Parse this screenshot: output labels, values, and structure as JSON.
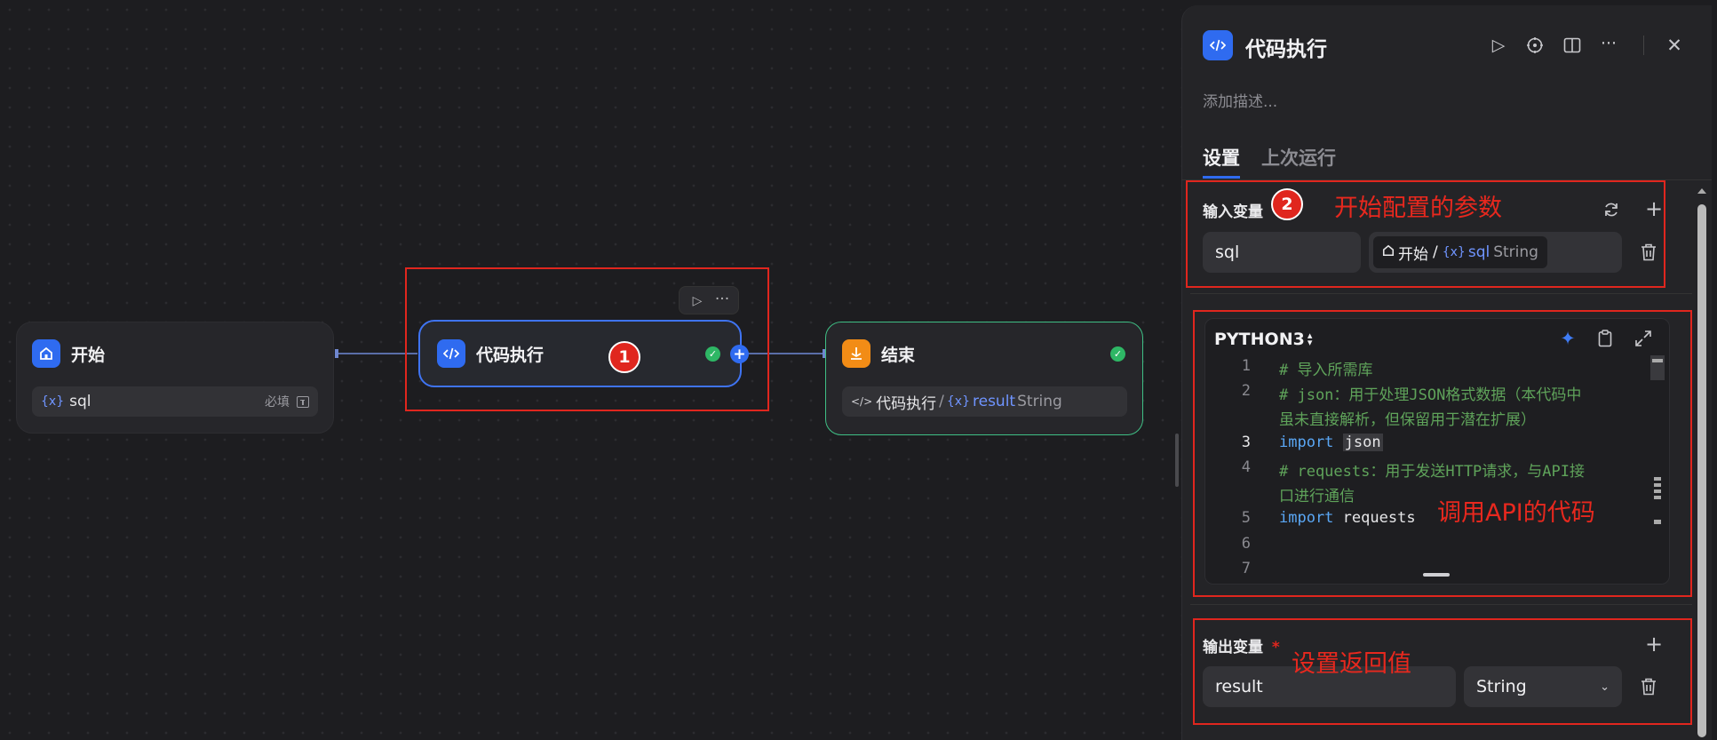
{
  "canvas": {
    "start_node": {
      "title": "开始",
      "var_icon": "{x}",
      "var_name": "sql",
      "required_label": "必填"
    },
    "code_node": {
      "title": "代码执行",
      "icon": "code-icon"
    },
    "end_node": {
      "title": "结束",
      "ref_source": "代码执行",
      "ref_sep": "/",
      "ref_var_icon": "{x}",
      "ref_var": "result",
      "ref_type": "String"
    }
  },
  "panel": {
    "title": "代码执行",
    "description_placeholder": "添加描述...",
    "tabs": [
      {
        "label": "设置",
        "active": true
      },
      {
        "label": "上次运行",
        "active": false
      }
    ],
    "input_vars": {
      "title": "输入变量",
      "rows": [
        {
          "name": "sql",
          "source_node": "开始",
          "sep": "/",
          "var_icon": "{x}",
          "var": "sql",
          "type": "String"
        }
      ]
    },
    "code": {
      "language": "PYTHON3",
      "lines": [
        {
          "no": "1",
          "text": "# 导入所需库",
          "kind": "comment"
        },
        {
          "no": "2",
          "text": "# json：用于处理JSON格式数据（本代码中",
          "kind": "comment"
        },
        {
          "no": "",
          "text": "虽未直接解析，但保留用于潜在扩展）",
          "kind": "comment"
        },
        {
          "no": "3",
          "kw": "import",
          "rest": "json",
          "kind": "import",
          "active": true
        },
        {
          "no": "4",
          "text": "# requests：用于发送HTTP请求，与API接",
          "kind": "comment"
        },
        {
          "no": "",
          "text": "口进行通信",
          "kind": "comment"
        },
        {
          "no": "5",
          "kw": "import",
          "rest": "requests",
          "kind": "import"
        },
        {
          "no": "6",
          "text": "",
          "kind": "blank"
        },
        {
          "no": "7",
          "text": "",
          "kind": "blank"
        }
      ]
    },
    "output_vars": {
      "title": "输出变量",
      "required_mark": "*",
      "rows": [
        {
          "name": "result",
          "type": "String"
        }
      ]
    }
  },
  "annotations": {
    "marker_1": "1",
    "marker_2": "2",
    "input_note": "开始配置的参数",
    "code_note": "调用API的代码",
    "output_note": "设置返回值",
    "color": "#e0261e"
  },
  "colors": {
    "accent": "#2f6bf0",
    "success": "#2eb765",
    "end_node": "#f28c16"
  }
}
